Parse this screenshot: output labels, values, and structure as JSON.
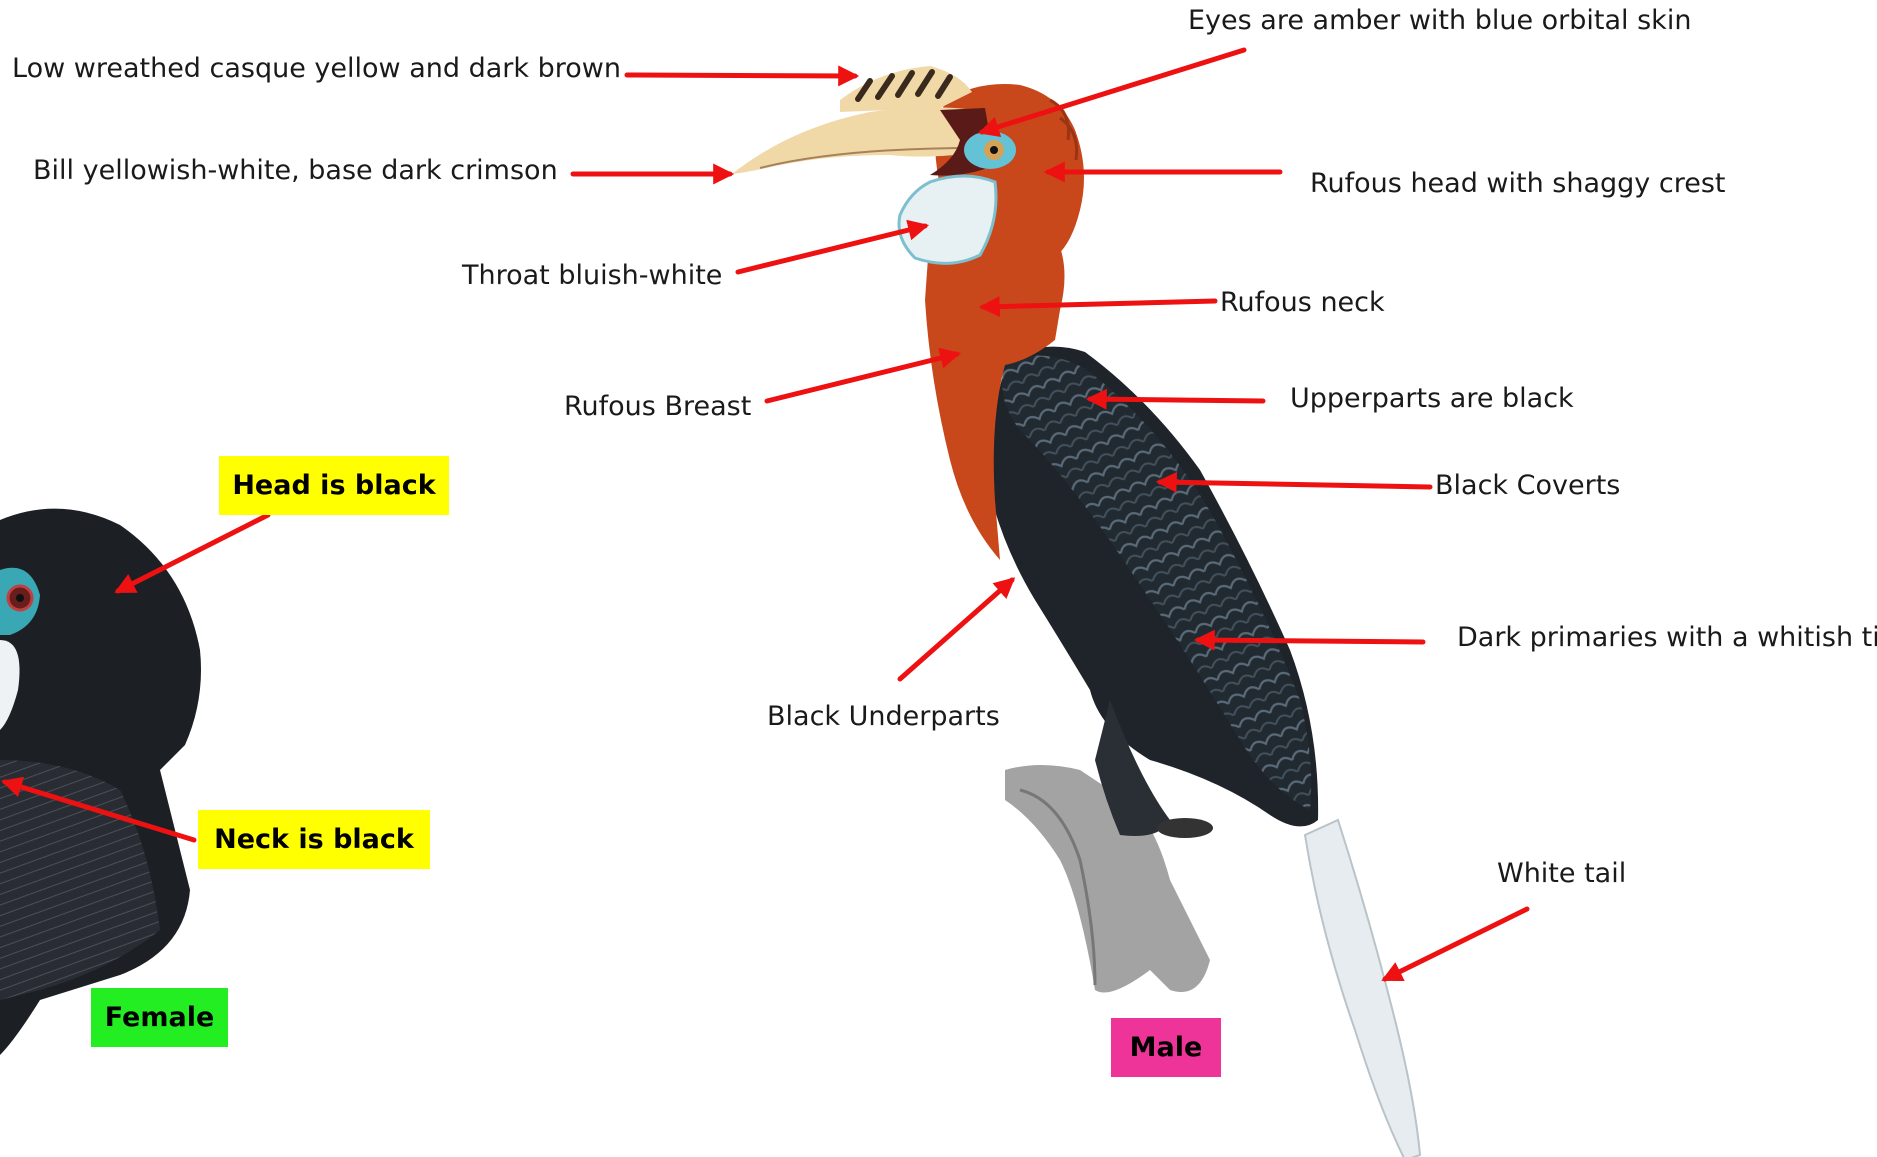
{
  "female": {
    "head_note": "Head is black",
    "neck_note": "Neck is black",
    "tag": "Female"
  },
  "male": {
    "tag": "Male",
    "labels": {
      "casque": "Low wreathed casque yellow and dark brown",
      "eyes": "Eyes are amber with blue orbital skin",
      "bill": "Bill yellowish-white, base dark crimson",
      "head": "Rufous head with shaggy crest",
      "throat": "Throat bluish-white",
      "neck": "Rufous neck",
      "breast": "Rufous Breast",
      "upperparts": "Upperparts are black",
      "coverts": "Black Coverts",
      "primaries": "Dark primaries with a whitish tip",
      "underparts": "Black Underparts",
      "tail": "White tail"
    }
  },
  "colors": {
    "arrow": "#ee1111",
    "highlight_yellow": "#ffff00",
    "highlight_green": "#22ee22",
    "highlight_magenta": "#ee3399",
    "rufous": "#c8481c",
    "plumage_black": "#1f242a",
    "bill": "#f0d9a6",
    "tail": "#e6ecef"
  }
}
